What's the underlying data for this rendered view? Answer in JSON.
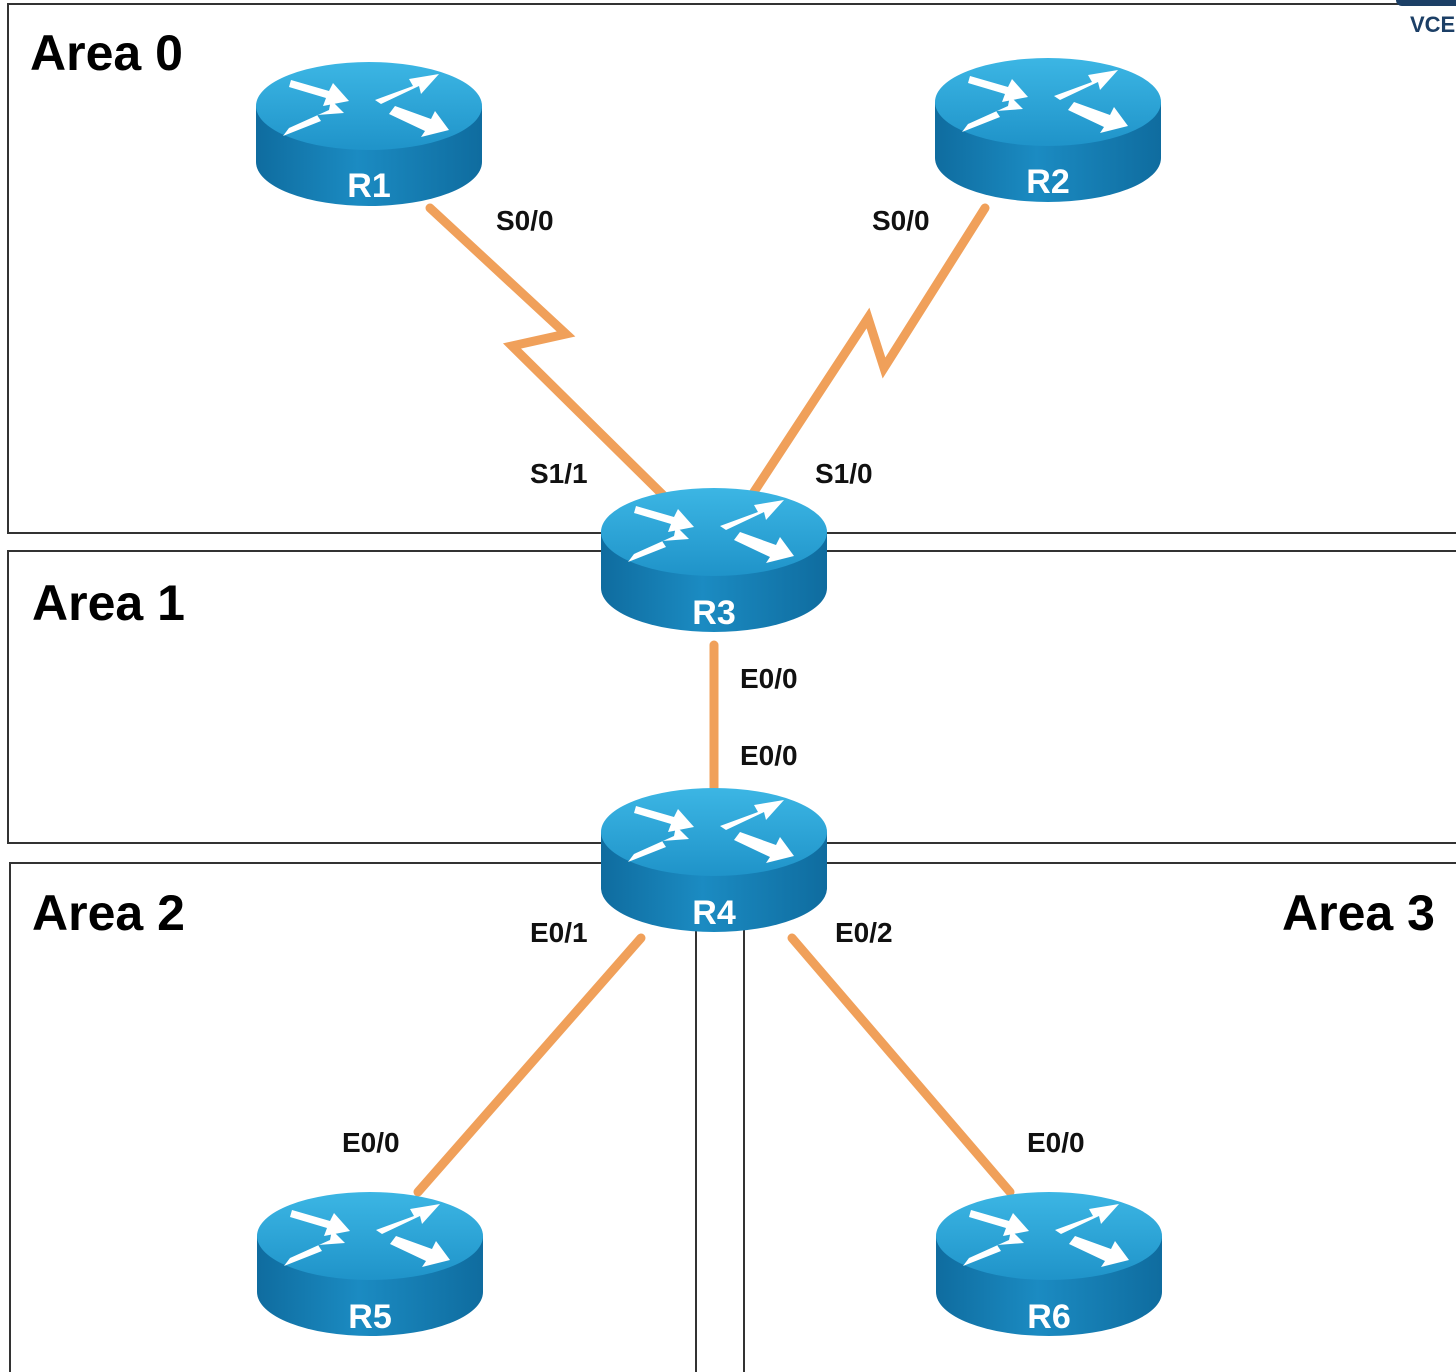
{
  "watermark": "VCE",
  "areas": {
    "area0": "Area 0",
    "area1": "Area 1",
    "area2": "Area 2",
    "area3": "Area 3"
  },
  "routers": {
    "r1": "R1",
    "r2": "R2",
    "r3": "R3",
    "r4": "R4",
    "r5": "R5",
    "r6": "R6"
  },
  "interfaces": {
    "r1_s00": "S0/0",
    "r2_s00": "S0/0",
    "r3_s11": "S1/1",
    "r3_s10": "S1/0",
    "r3_e00": "E0/0",
    "r4_e00": "E0/0",
    "r4_e01": "E0/1",
    "r4_e02": "E0/2",
    "r5_e00": "E0/0",
    "r6_e00": "E0/0"
  },
  "colors": {
    "link": "#f0a05a",
    "router_top": "#2a9fd0",
    "router_side": "#1379ad",
    "arrow": "#ffffff"
  }
}
